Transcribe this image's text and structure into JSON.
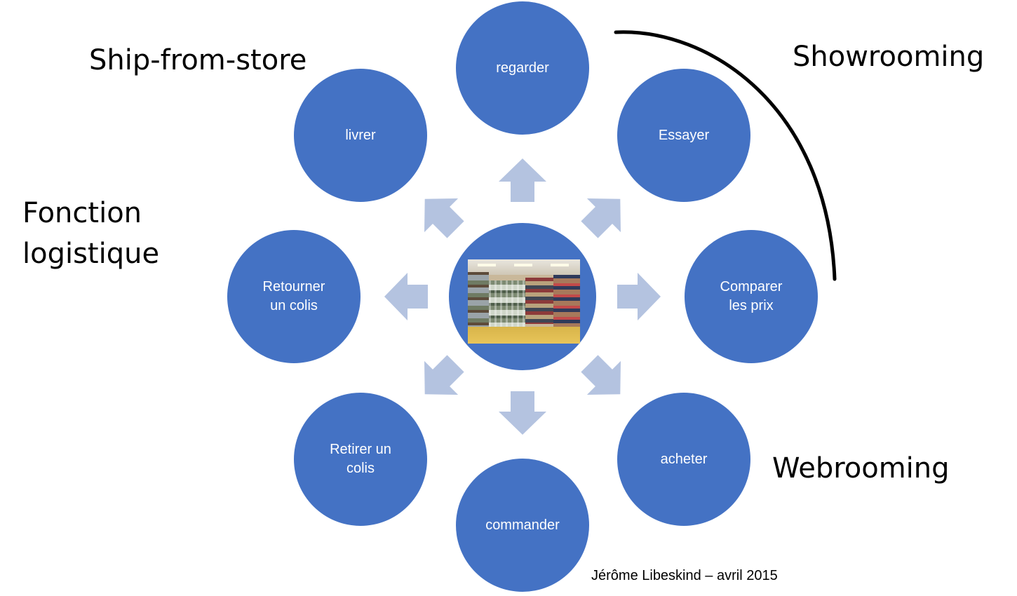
{
  "colors": {
    "node_fill": "#4472C4",
    "arrow_fill": "#B4C3E0",
    "curve_stroke": "#000000",
    "label_text": "#000000"
  },
  "center": {
    "image": "store-interior-photo"
  },
  "nodes": [
    {
      "id": "regarder",
      "text": "regarder"
    },
    {
      "id": "essayer",
      "text": "Essayer"
    },
    {
      "id": "comparer-les-prix",
      "text": "Comparer\nles prix"
    },
    {
      "id": "acheter",
      "text": "acheter"
    },
    {
      "id": "commander",
      "text": "commander"
    },
    {
      "id": "retirer-un-colis",
      "text": "Retirer un\ncolis"
    },
    {
      "id": "retourner-un-colis",
      "text": "Retourner\nun colis"
    },
    {
      "id": "livrer",
      "text": "livrer"
    }
  ],
  "labels": {
    "ship_from_store": "Ship-from-store",
    "showrooming": "Showrooming",
    "fonction_logistique": "Fonction\nlogistique",
    "webrooming": "Webrooming"
  },
  "credit": "Jérôme Libeskind – avril 2015"
}
